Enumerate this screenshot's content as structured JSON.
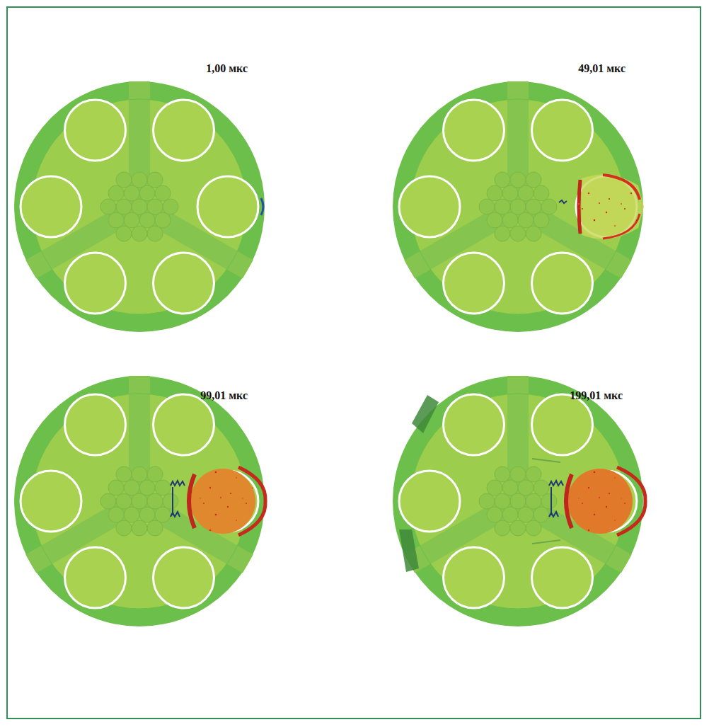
{
  "diagram": {
    "labels": [
      "1,00 мкс",
      "49,01 мкс",
      "99,01 мкс",
      "199,01 мкс"
    ]
  }
}
